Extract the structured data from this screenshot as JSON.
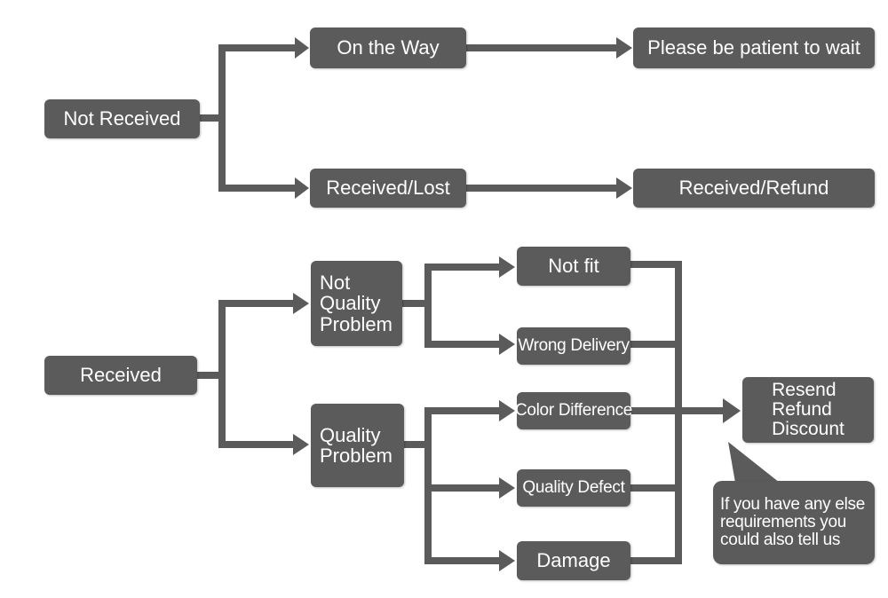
{
  "colors": {
    "box": "#5b5b5b",
    "line": "#5b5b5b",
    "text": "#ffffff"
  },
  "nodes": {
    "not_received": "Not Received",
    "on_the_way": "On the Way",
    "please_wait": "Please be patient to wait",
    "received_lost": "Received/Lost",
    "received_refund": "Received/Refund",
    "received": "Received",
    "not_quality_problem": [
      "Not",
      "Quality",
      "Problem"
    ],
    "quality_problem": [
      "Quality",
      "Problem"
    ],
    "not_fit": "Not fit",
    "wrong_delivery": "Wrong Delivery",
    "color_difference": "Color Difference",
    "quality_defect": "Quality Defect",
    "damage": "Damage",
    "resolution": [
      "Resend",
      "Refund",
      "Discount"
    ],
    "note": [
      "If you have any else",
      "requirements you",
      "could also tell us"
    ]
  }
}
